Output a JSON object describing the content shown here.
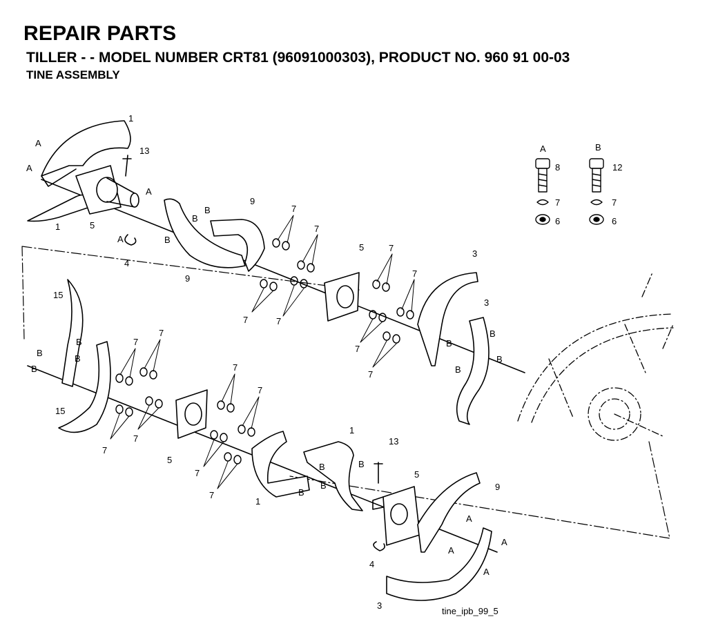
{
  "header": {
    "title": "REPAIR PARTS",
    "subtitle": "TILLER - - MODEL NUMBER CRT81 (96091000303), PRODUCT NO. 960 91 00-03",
    "section": "TINE ASSEMBLY"
  },
  "figure_id": "tine_ipb_99_5",
  "legend": {
    "col_a": "A",
    "col_b": "B",
    "bolt_a": "8",
    "bolt_b": "12",
    "lock_a": "7",
    "lock_b": "7",
    "nut_a": "6",
    "nut_b": "6"
  },
  "callouts": {
    "n1": "1",
    "n3": "3",
    "n4": "4",
    "n5": "5",
    "n6": "6",
    "n7": "7",
    "n9": "9",
    "n13": "13",
    "n15": "15",
    "a": "A",
    "b": "B"
  }
}
